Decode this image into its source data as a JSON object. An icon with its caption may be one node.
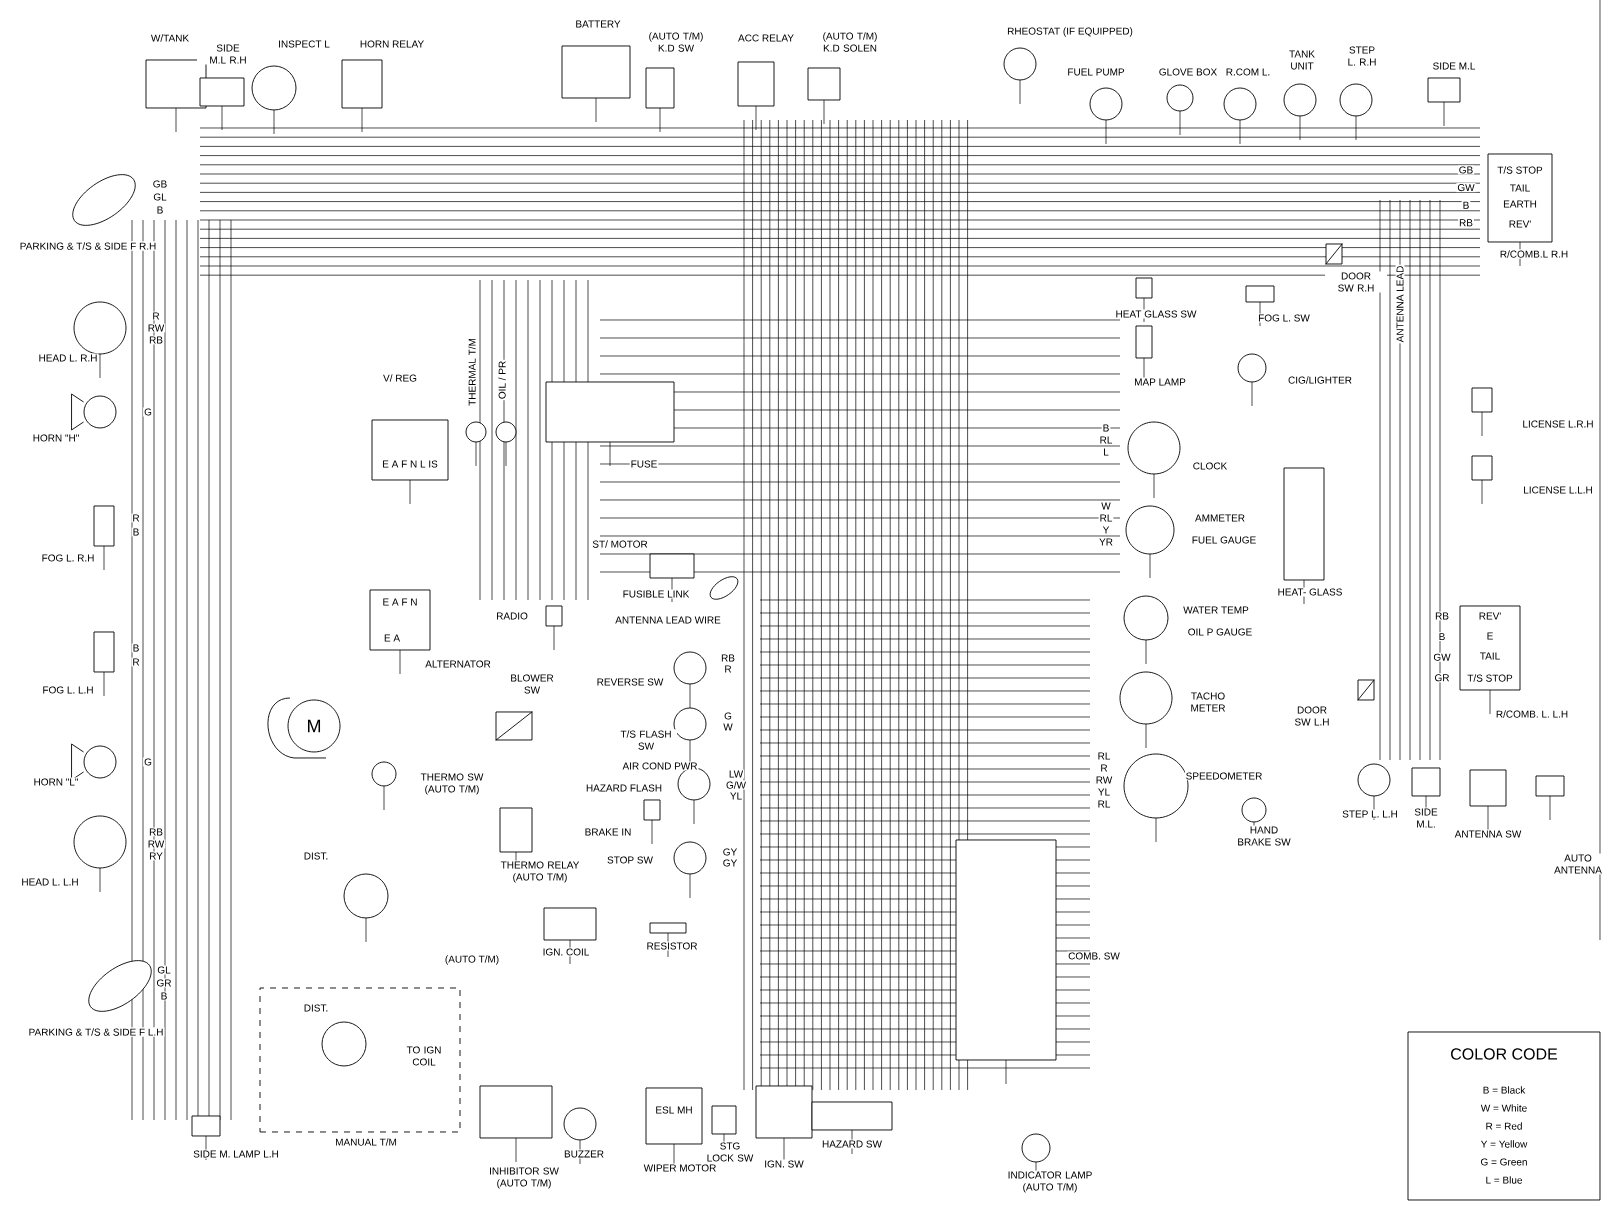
{
  "diagram": {
    "nodes": [
      {
        "text": [
          "W/TANK"
        ]
      },
      {
        "text": [
          "SIDE M.L R.H"
        ]
      },
      {
        "text": [
          "INSPECT L"
        ]
      },
      {
        "text": [
          "HORN RELAY"
        ]
      },
      {
        "text": [
          "BATTERY"
        ]
      },
      {
        "text": [
          "(AUTO T/M) K.D SW"
        ]
      },
      {
        "text": [
          "ACC RELAY"
        ]
      },
      {
        "text": [
          "(AUTO T/M) K.D SOLEN"
        ]
      },
      {
        "text": [
          "RHEOSTAT (IF EQUIPPED)"
        ]
      },
      {
        "text": [
          "FUEL PUMP"
        ]
      },
      {
        "text": [
          "GLOVE BOX"
        ]
      },
      {
        "text": [
          "R.COM L."
        ]
      },
      {
        "text": [
          "TANK UNIT"
        ]
      },
      {
        "text": [
          "STEP L. R.H"
        ]
      },
      {
        "text": [
          "SIDE M.L"
        ]
      },
      {
        "text": [
          "T/S STOP",
          "TAIL",
          "EARTH",
          "REV'",
          "R/COMB.L R.H",
          "GB",
          "GW",
          "B",
          "RB"
        ]
      },
      {
        "text": [
          "PARKING & T/S & SIDE F R.H",
          "GB",
          "GL",
          "B"
        ]
      },
      {
        "text": [
          "HEAD L. R.H",
          "R",
          "RW",
          "RB"
        ]
      },
      {
        "text": [
          "HORN \"H\"",
          "G"
        ]
      },
      {
        "text": [
          "FOG L. R.H",
          "R",
          "B"
        ]
      },
      {
        "text": [
          "V/ REG",
          "E A F N L IS"
        ]
      },
      {
        "text": [
          "THERMAL T/M"
        ]
      },
      {
        "text": [
          "OIL / PR"
        ]
      },
      {
        "text": [
          "FUSE"
        ]
      },
      {
        "text": [
          "ST/ MOTOR"
        ]
      },
      {
        "text": [
          "FUSIBLE LINK"
        ]
      },
      {
        "text": [
          "E A F N",
          "E A",
          "ALTERNATOR"
        ]
      },
      {
        "text": [
          "RADIO"
        ]
      },
      {
        "text": [
          "M"
        ]
      },
      {
        "text": [
          "BLOWER SW"
        ]
      },
      {
        "text": [
          "REVERSE SW",
          "RB",
          "R"
        ]
      },
      {
        "text": [
          "T/S FLASH SW",
          "G",
          "W"
        ]
      },
      {
        "text": [
          "HAZARD FLASH",
          "LW",
          "G/W",
          "YL"
        ]
      },
      {
        "text": [
          "BRAKE IN"
        ]
      },
      {
        "text": [
          "STOP SW",
          "GY",
          "GY"
        ]
      },
      {
        "text": [
          "THERMO SW (AUTO T/M)"
        ]
      },
      {
        "text": [
          "THERMO RELAY (AUTO T/M)"
        ]
      },
      {
        "text": [
          "DIST."
        ]
      },
      {
        "text": [
          "IGN. COIL"
        ]
      },
      {
        "text": [
          "RESISTOR"
        ]
      },
      {
        "text": [
          "TO IGN COIL",
          "MANUAL T/M"
        ]
      },
      {
        "text": [
          "DIST."
        ],
        "in": 40
      },
      {
        "text": [
          "INHIBITOR SW (AUTO T/M)"
        ]
      },
      {
        "text": [
          "BUZZER"
        ]
      },
      {
        "text": [
          "ESL MH",
          "WIPER MOTOR"
        ]
      },
      {
        "text": [
          "STG LOCK SW"
        ]
      },
      {
        "text": [
          "IGN. SW"
        ]
      },
      {
        "text": [
          "HAZARD SW"
        ]
      },
      {
        "text": [
          "INDICATOR LAMP (AUTO T/M)"
        ]
      },
      {
        "text": [
          "COMB. SW"
        ]
      },
      {
        "text": [
          "SPEEDOMETER",
          "RL",
          "R",
          "RW",
          "YL",
          "RL"
        ]
      },
      {
        "text": [
          "TACHO METER"
        ]
      },
      {
        "text": [
          "WATER TEMP",
          "OIL P GAUGE"
        ]
      },
      {
        "text": [
          "AMMETER",
          "FUEL GAUGE",
          "W",
          "RL",
          "Y",
          "YR"
        ]
      },
      {
        "text": [
          "CLOCK",
          "B",
          "RL",
          "L"
        ]
      },
      {
        "text": [
          "HEAT- GLASS"
        ]
      },
      {
        "text": [
          "CIG/LIGHTER"
        ]
      },
      {
        "text": [
          "MAP LAMP"
        ]
      },
      {
        "text": [
          "HEAT GLASS SW"
        ]
      },
      {
        "text": [
          "FOG L. SW"
        ]
      },
      {
        "text": [
          "DOOR SW R.H"
        ]
      },
      {
        "text": [
          "LICENSE L.R.H"
        ]
      },
      {
        "text": [
          "LICENSE L.L.H"
        ]
      },
      {
        "text": [
          "REV'",
          "E",
          "TAIL",
          "T/S STOP",
          "R/COMB. L. L.H",
          "RB",
          "B",
          "GW",
          "GR"
        ]
      },
      {
        "text": [
          "DOOR SW L.H"
        ]
      },
      {
        "text": [
          "STEP L. L.H"
        ]
      },
      {
        "text": [
          "SIDE M.L."
        ]
      },
      {
        "text": [
          "ANTENNA SW"
        ]
      },
      {
        "text": [
          "AUTO ANTENNA"
        ]
      },
      {
        "text": [
          "HAND BRAKE SW"
        ]
      },
      {
        "text": [
          "FOG L. L.H",
          "B",
          "R"
        ]
      },
      {
        "text": [
          "HORN \"L\"",
          "G"
        ]
      },
      {
        "text": [
          "HEAD L. L.H",
          "RB",
          "RW",
          "RY"
        ]
      },
      {
        "text": [
          "PARKING & T/S & SIDE F L.H",
          "GL",
          "GR",
          "B"
        ]
      },
      {
        "text": [
          "SIDE M. LAMP L.H"
        ]
      },
      {
        "text": [
          "COLOR CODE",
          "B = Black",
          "W = White",
          "R = Red",
          "Y = Yellow",
          "G = Green",
          "L = Blue"
        ]
      }
    ],
    "labels": [
      "ANTENNA LEAD WIRE",
      "AIR COND PWR",
      "(AUTO T/M)",
      "ANTENNA LEAD"
    ]
  }
}
